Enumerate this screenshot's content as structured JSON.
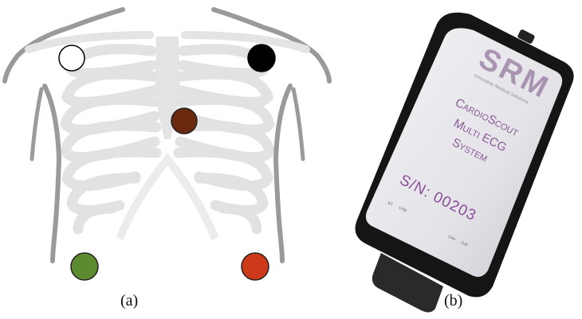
{
  "panels": [
    {
      "caption": "(a)"
    },
    {
      "caption": "(b)"
    }
  ],
  "device": {
    "logo_text": "SRM",
    "logo_subtitle": "Innovative Medical Solutions",
    "line1": "CardioScout",
    "line2": "Multi ECG",
    "line3": "System",
    "serial": "S/N: 00203",
    "port_left": "BT",
    "port_left2": "USB",
    "port_right": "Line",
    "port_right2": "Full"
  },
  "electrode_colors": {
    "right_arm": "#ffffff",
    "left_arm": "#000000",
    "chest": "#6b2a10",
    "right_leg": "#5c8a2e",
    "left_leg": "#cc3a1a"
  }
}
